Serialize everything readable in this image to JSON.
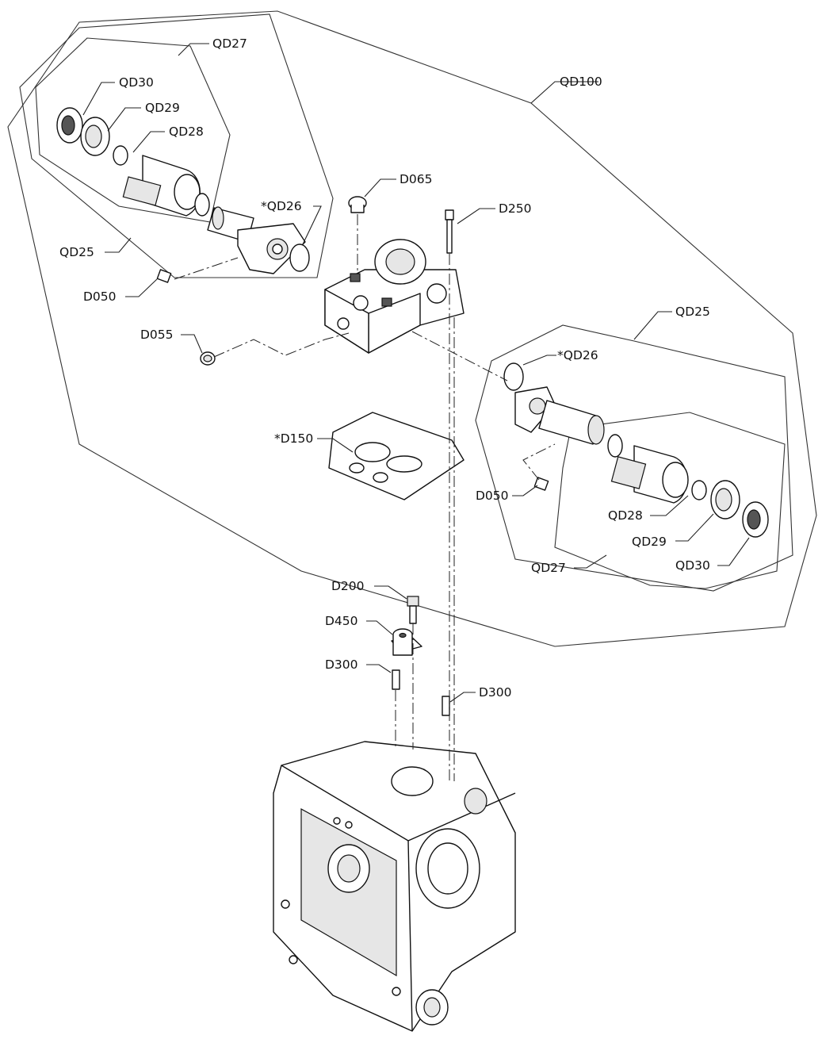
{
  "labels": {
    "qd100": "QD100",
    "qd27_left": "QD27",
    "qd30_left": "QD30",
    "qd29_left": "QD29",
    "qd28_left": "QD28",
    "d065": "D065",
    "d250": "D250",
    "qd26_left": "*QD26",
    "qd25_left": "QD25",
    "d050_left": "D050",
    "d055": "D055",
    "qd25_right": "QD25",
    "qd26_right": "*QD26",
    "d150": "*D150",
    "d050_right": "D050",
    "qd28_right": "QD28",
    "qd29_right": "QD29",
    "qd30_right": "QD30",
    "qd27_right": "QD27",
    "d200": "D200",
    "d450": "D450",
    "d300_left": "D300",
    "d300_right": "D300"
  },
  "colors": {
    "line": "#222222",
    "part_fill": "#ffffff",
    "shade": "#e6e6e6",
    "dark": "#555555"
  }
}
